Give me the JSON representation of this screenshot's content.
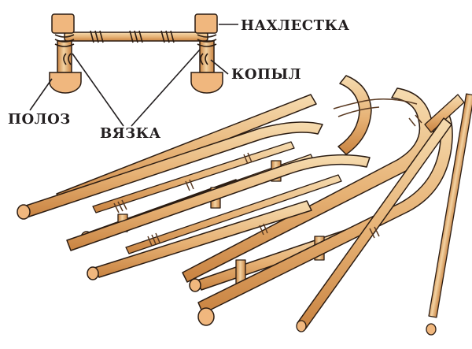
{
  "labels": {
    "nakhlestka": "НАХЛЕСТКА",
    "kopyl": "КОПЫЛ",
    "poloz": "ПОЛОЗ",
    "vyazka": "ВЯЗКА"
  },
  "colors": {
    "wood_light": "#f2cf9d",
    "wood_mid": "#e3ab6b",
    "wood_dark": "#c8813e",
    "wood_end": "#f0b77e",
    "outline": "#2b1c12",
    "lashing": "#5a3a22"
  }
}
